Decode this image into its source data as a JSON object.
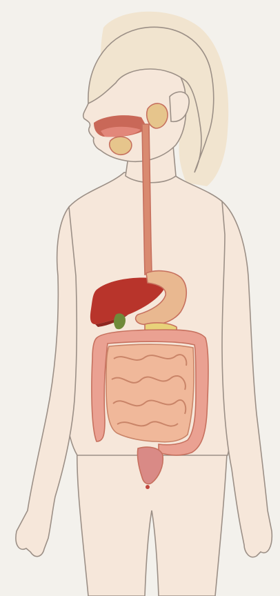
{
  "figure": {
    "colors": {
      "paper": "#f3f1ec",
      "skin": "#f6e7da",
      "skin_shadow": "#eedccd",
      "hair": "#f1e4cf",
      "outline": "#9b8f86",
      "esophagus": "#d98a70",
      "mouth": "#c96858",
      "salivary": "#e6c58c",
      "liver": "#b8342b",
      "liver_dark": "#8e2620",
      "stomach": "#e9b890",
      "gallbladder": "#6f8a3a",
      "pancreas": "#e8d27a",
      "small_intestine": "#f0b89a",
      "small_intestine_line": "#c98468",
      "large_intestine": "#eaa192",
      "large_intestine_line": "#c6705e",
      "rectum": "#d98a86"
    },
    "organs": [
      "salivary-glands",
      "esophagus",
      "liver",
      "gallbladder",
      "stomach",
      "pancreas",
      "small-intestine",
      "large-intestine",
      "rectum"
    ]
  }
}
